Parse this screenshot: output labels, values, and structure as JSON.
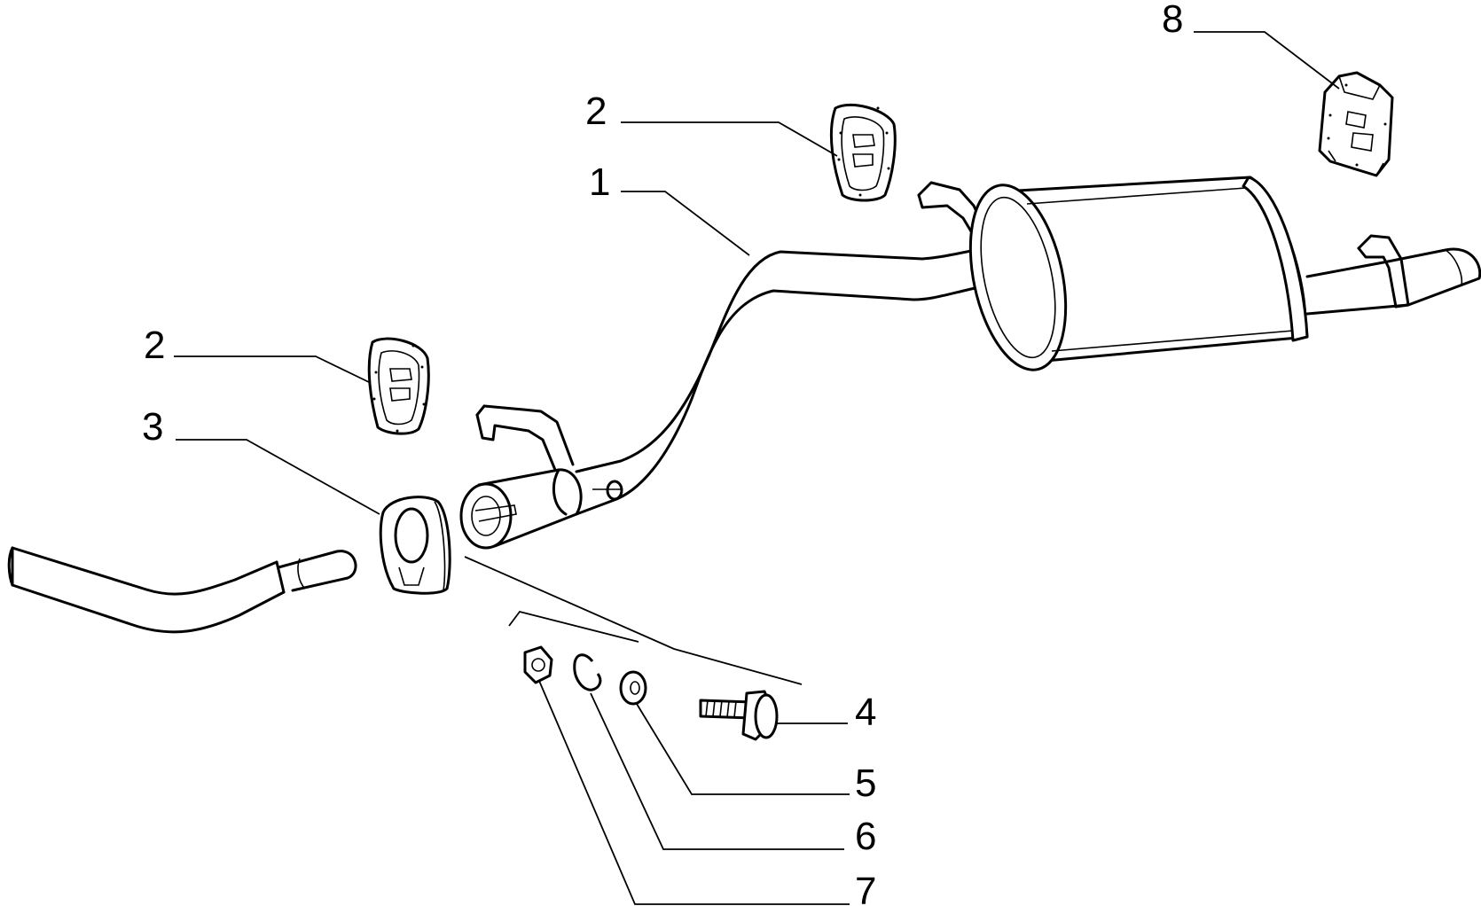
{
  "diagram": {
    "callouts": [
      {
        "id": "1",
        "label": "1",
        "part": "rear exhaust pipe with silencer"
      },
      {
        "id": "2a",
        "label": "2",
        "part": "rubber hanger (upper)"
      },
      {
        "id": "2b",
        "label": "2",
        "part": "rubber hanger (left)"
      },
      {
        "id": "3",
        "label": "3",
        "part": "gasket / clamp ring"
      },
      {
        "id": "4",
        "label": "4",
        "part": "bolt"
      },
      {
        "id": "5",
        "label": "5",
        "part": "flat washer"
      },
      {
        "id": "6",
        "label": "6",
        "part": "spring washer"
      },
      {
        "id": "7",
        "label": "7",
        "part": "nut"
      },
      {
        "id": "8",
        "label": "8",
        "part": "rubber mount"
      }
    ]
  }
}
